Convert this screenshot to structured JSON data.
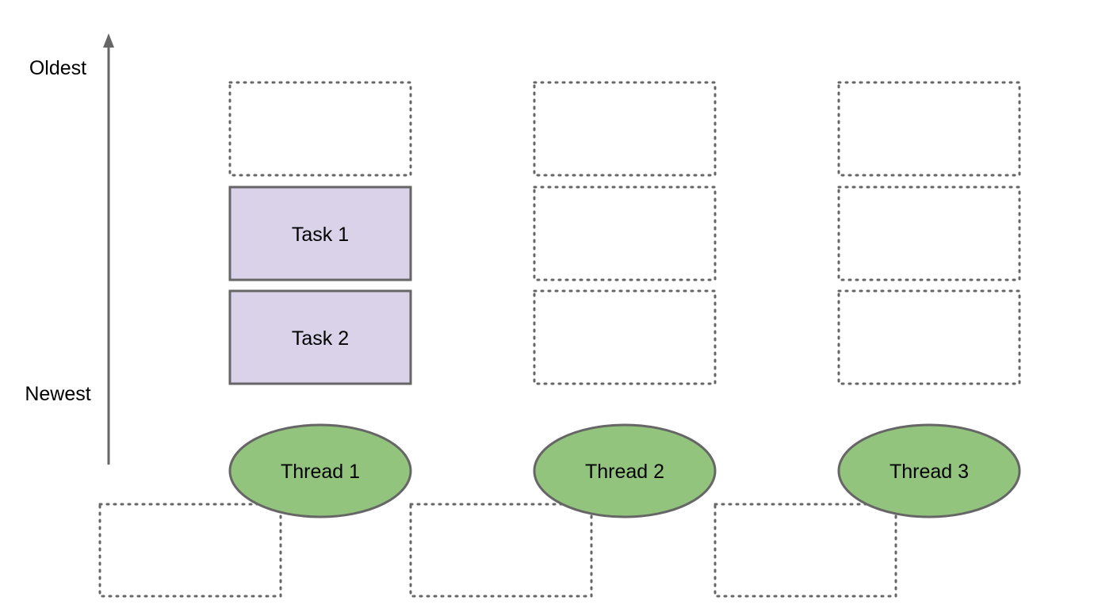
{
  "axis": {
    "top_label": "Oldest",
    "bottom_label": "Newest",
    "color": "#666666"
  },
  "colors": {
    "task_fill": "#d9d2e9",
    "thread_fill": "#93c47d",
    "outline": "#666666"
  },
  "tasks": [
    {
      "label": "Task 1"
    },
    {
      "label": "Task 2"
    }
  ],
  "threads": [
    {
      "label": "Thread 1"
    },
    {
      "label": "Thread 2"
    },
    {
      "label": "Thread 3"
    }
  ]
}
